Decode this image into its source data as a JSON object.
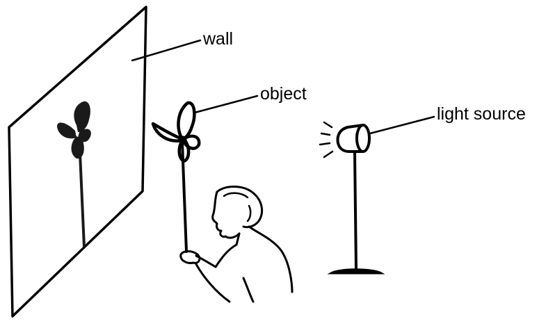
{
  "labels": {
    "wall": "wall",
    "object": "object",
    "light_source": "light source"
  },
  "colors": {
    "ink": "#000000",
    "background": "#ffffff",
    "shadow": "#1a1a1a"
  }
}
